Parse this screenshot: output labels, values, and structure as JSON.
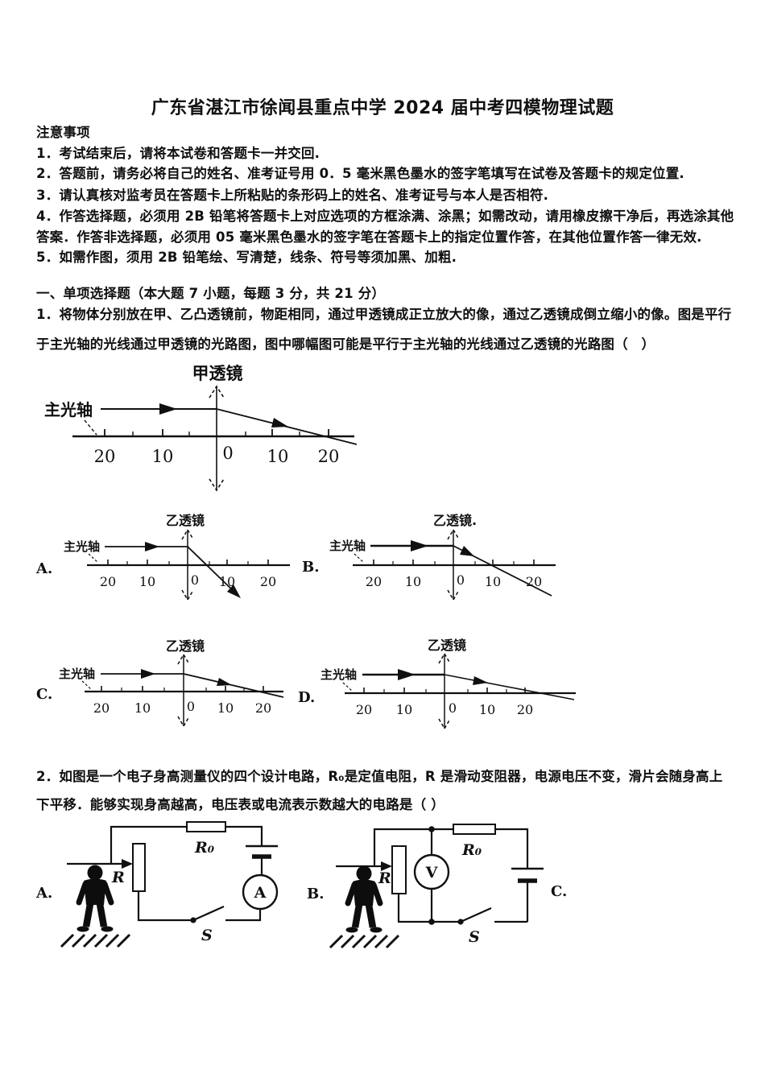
{
  "title": "广东省湛江市徐闻县重点中学 2024 届中考四模物理试题",
  "notice": {
    "heading": "注意事项",
    "lines": [
      "1．考试结束后，请将本试卷和答题卡一并交回.",
      "2．答题前，请务必将自己的姓名、准考证号用 0．5 毫米黑色墨水的签字笔填写在试卷及答题卡的规定位置.",
      "3．请认真核对监考员在答题卡上所粘贴的条形码上的姓名、准考证号与本人是否相符.",
      "4．作答选择题，必须用 2B 铅笔将答题卡上对应选项的方框涂满、涂黑；如需改动，请用橡皮擦干净后，再选涂其他",
      "答案．作答非选择题，必须用 05 毫米黑色墨水的签字笔在答题卡上的指定位置作答，在其他位置作答一律无效.",
      "5．如需作图，须用 2B 铅笔绘、写清楚，线条、符号等须加黑、加粗."
    ]
  },
  "section": {
    "heading": "一、单项选择题（本大题 7 小题，每题 3 分，共 21 分）"
  },
  "q1": {
    "lines": [
      "1．将物体分别放在甲、乙凸透镜前，物距相同，通过甲透镜成正立放大的像，通过乙透镜成倒立缩小的像。图是平行",
      "于主光轴的光线通过甲透镜的光路图，图中哪幅图可能是平行于主光轴的光线通过乙透镜的光路图（　）"
    ],
    "main_diagram": {
      "lens_label": "甲透镜",
      "axis_label": "主光轴",
      "ticks": [
        "20",
        "10",
        "0",
        "10",
        "20"
      ]
    },
    "options": [
      {
        "label": "A.",
        "lens_label": "乙透镜",
        "axis_label": "主光轴",
        "ticks": [
          "20",
          "10",
          "0",
          "10",
          "20"
        ]
      },
      {
        "label": "B.",
        "lens_label": "乙透镜.",
        "axis_label": "主光轴",
        "ticks": [
          "20",
          "10",
          "0",
          "10",
          "20"
        ]
      },
      {
        "label": "C.",
        "lens_label": "乙透镜",
        "axis_label": "主光轴",
        "ticks": [
          "20",
          "10",
          "0",
          "10",
          "20"
        ]
      },
      {
        "label": "D.",
        "lens_label": "乙透镜",
        "axis_label": "主光轴",
        "ticks": [
          "20",
          "10",
          "0",
          "10",
          "20"
        ]
      }
    ]
  },
  "q2": {
    "lines": [
      "2．如图是一个电子身高测量仪的四个设计电路，R₀是定值电阻，R 是滑动变阻器，电源电压不变，滑片会随身高上",
      "下平移．能够实现身高越高，电压表或电流表示数越大的电路是（ ）"
    ],
    "circuits": [
      {
        "label": "A.",
        "rheostat_label": "R",
        "resistor_label": "R₀",
        "meter_label": "A",
        "switch_label": "S"
      },
      {
        "label": "B.",
        "rheostat_label": "R",
        "resistor_label": "R₀",
        "meter_label": "V",
        "switch_label": "S"
      },
      {
        "label": "C."
      }
    ]
  }
}
